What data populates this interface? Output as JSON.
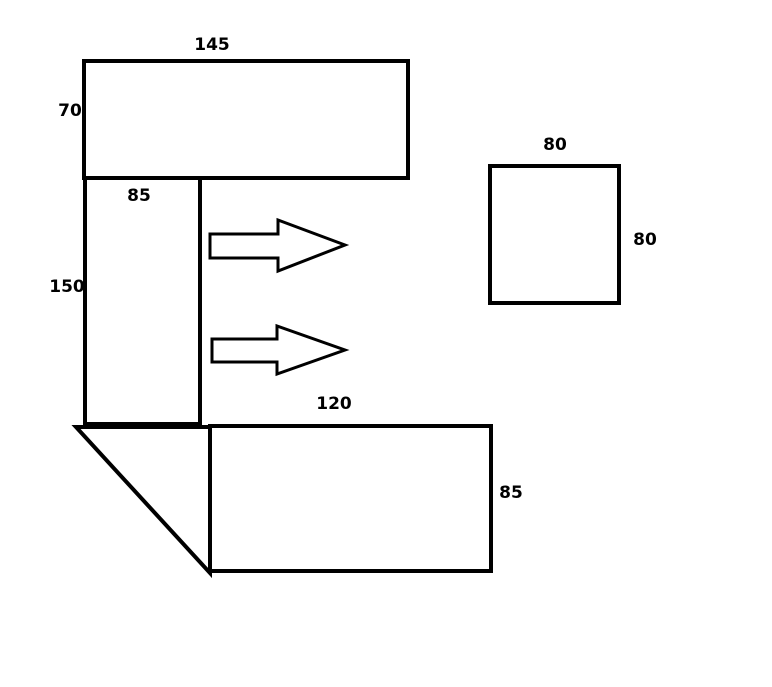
{
  "colors": {
    "stroke": "#000000",
    "text": "#000000",
    "background": "#ffffff"
  },
  "labels": {
    "top_rect_width": "145",
    "top_rect_height": "70",
    "column_width": "85",
    "column_height": "150",
    "square_width": "80",
    "square_height": "80",
    "bottom_rect_width": "120",
    "bottom_rect_height": "85"
  },
  "arrows": [
    {
      "direction": "right"
    },
    {
      "direction": "right"
    }
  ]
}
